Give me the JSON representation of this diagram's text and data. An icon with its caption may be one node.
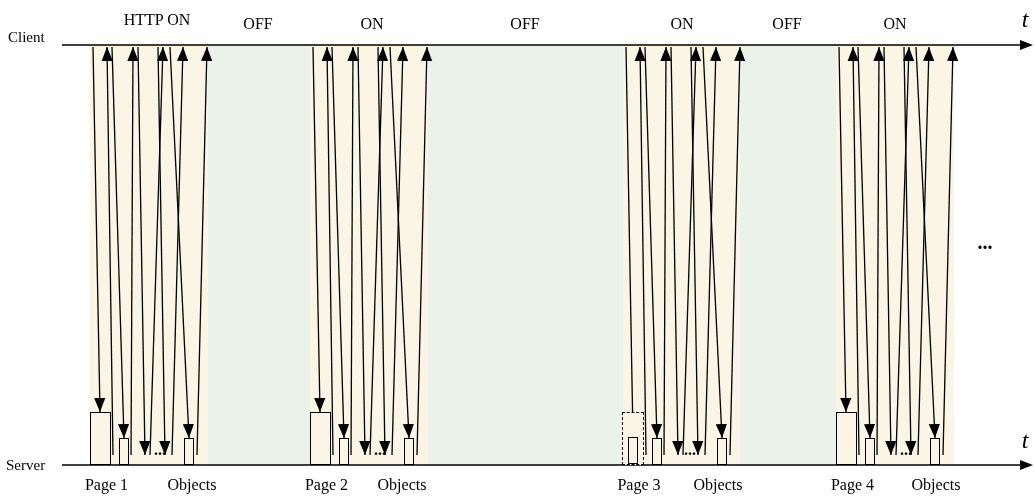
{
  "diagram": {
    "nodes": [
      {
        "text": [
          "Client"
        ]
      },
      {
        "text": [
          "Server"
        ]
      },
      {
        "text": [],
        "shape": "box",
        "beside": [
          "Page 1"
        ]
      },
      {
        "text": [],
        "shape": "box"
      },
      {
        "text": [],
        "shape": "box"
      },
      {
        "text": [],
        "shape": "box",
        "beside": [
          "Page 2"
        ]
      },
      {
        "text": [],
        "shape": "box"
      },
      {
        "text": [],
        "shape": "box"
      },
      {
        "text": [],
        "shape": "box",
        "beside": [
          "Page 3"
        ]
      },
      {
        "text": [],
        "shape": "box",
        "in": 8
      },
      {
        "text": [],
        "shape": "box"
      },
      {
        "text": [],
        "shape": "box"
      },
      {
        "text": [],
        "shape": "box",
        "beside": [
          "Page 4"
        ]
      },
      {
        "text": [],
        "shape": "box"
      },
      {
        "text": [],
        "shape": "box"
      }
    ],
    "edges": [
      {
        "from": 0,
        "to": 2,
        "arrow": "to"
      },
      {
        "from": 1,
        "to": 0,
        "arrow": "to"
      },
      {
        "from": 0,
        "to": 3,
        "arrow": "to"
      },
      {
        "from": 1,
        "to": 0,
        "arrow": "to"
      },
      {
        "from": 0,
        "to": 1,
        "arrow": "to"
      },
      {
        "from": 1,
        "to": 0,
        "arrow": "to"
      },
      {
        "from": 0,
        "to": 1,
        "arrow": "to"
      },
      {
        "from": 1,
        "to": 0,
        "arrow": "to"
      },
      {
        "from": 0,
        "to": 4,
        "arrow": "to"
      },
      {
        "from": 1,
        "to": 0,
        "arrow": "to"
      },
      {
        "from": 0,
        "to": 5,
        "arrow": "to"
      },
      {
        "from": 1,
        "to": 0,
        "arrow": "to"
      },
      {
        "from": 0,
        "to": 6,
        "arrow": "to"
      },
      {
        "from": 1,
        "to": 0,
        "arrow": "to"
      },
      {
        "from": 0,
        "to": 1,
        "arrow": "to"
      },
      {
        "from": 1,
        "to": 0,
        "arrow": "to"
      },
      {
        "from": 0,
        "to": 1,
        "arrow": "to"
      },
      {
        "from": 1,
        "to": 0,
        "arrow": "to"
      },
      {
        "from": 0,
        "to": 7,
        "arrow": "to"
      },
      {
        "from": 1,
        "to": 0,
        "arrow": "to"
      },
      {
        "from": 0,
        "to": 9,
        "arrow": "to"
      },
      {
        "from": 1,
        "to": 0,
        "arrow": "to"
      },
      {
        "from": 0,
        "to": 10,
        "arrow": "to"
      },
      {
        "from": 1,
        "to": 0,
        "arrow": "to"
      },
      {
        "from": 0,
        "to": 1,
        "arrow": "to"
      },
      {
        "from": 1,
        "to": 0,
        "arrow": "to"
      },
      {
        "from": 0,
        "to": 1,
        "arrow": "to"
      },
      {
        "from": 1,
        "to": 0,
        "arrow": "to"
      },
      {
        "from": 0,
        "to": 11,
        "arrow": "to"
      },
      {
        "from": 1,
        "to": 0,
        "arrow": "to"
      },
      {
        "from": 0,
        "to": 12,
        "arrow": "to"
      },
      {
        "from": 1,
        "to": 0,
        "arrow": "to"
      },
      {
        "from": 0,
        "to": 13,
        "arrow": "to"
      },
      {
        "from": 1,
        "to": 0,
        "arrow": "to"
      },
      {
        "from": 0,
        "to": 1,
        "arrow": "to"
      },
      {
        "from": 1,
        "to": 0,
        "arrow": "to"
      },
      {
        "from": 0,
        "to": 1,
        "arrow": "to"
      },
      {
        "from": 1,
        "to": 0,
        "arrow": "to"
      },
      {
        "from": 0,
        "to": 14,
        "arrow": "to"
      },
      {
        "from": 1,
        "to": 0,
        "arrow": "to"
      }
    ],
    "labels": [
      "HTTP ON",
      "OFF",
      "ON",
      "OFF",
      "ON",
      "OFF",
      "ON",
      "t",
      "...",
      "...",
      "...",
      "...",
      "...",
      "t",
      "Objects",
      "Objects",
      "Objects",
      "Objects"
    ]
  }
}
